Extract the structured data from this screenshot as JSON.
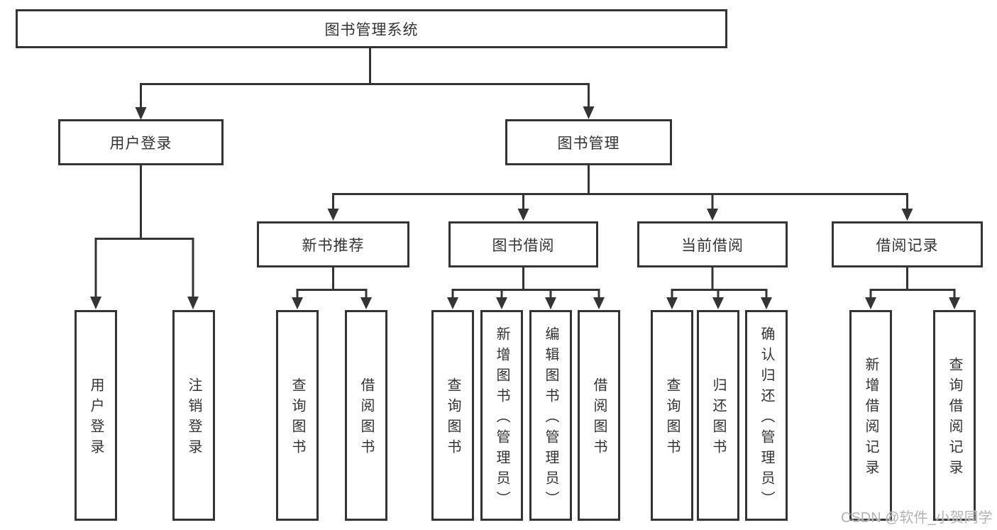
{
  "diagram": {
    "title": "图书管理系统",
    "level2": {
      "user_login": "用户登录",
      "book_mgmt": "图书管理"
    },
    "level3": {
      "new_books": "新书推荐",
      "book_borrow": "图书借阅",
      "current_borrow": "当前借阅",
      "borrow_records": "借阅记录"
    },
    "leaves": {
      "user_login": [
        "用户登录",
        "注销登录"
      ],
      "new_books": [
        "查询图书",
        "借阅图书"
      ],
      "book_borrow": [
        "查询图书",
        "新增图书（管理员）",
        "编辑图书（管理员）",
        "借阅图书"
      ],
      "current_borrow": [
        "查询图书",
        "归还图书",
        "确认归还（管理员）"
      ],
      "borrow_records": [
        "新增借阅记录",
        "查询借阅记录"
      ]
    },
    "watermark": "CSDN @软件_小贺同学",
    "colors": {
      "line": "#343434",
      "text": "#333333",
      "watermark": "#b3b3b3",
      "background": "#ffffff"
    }
  }
}
